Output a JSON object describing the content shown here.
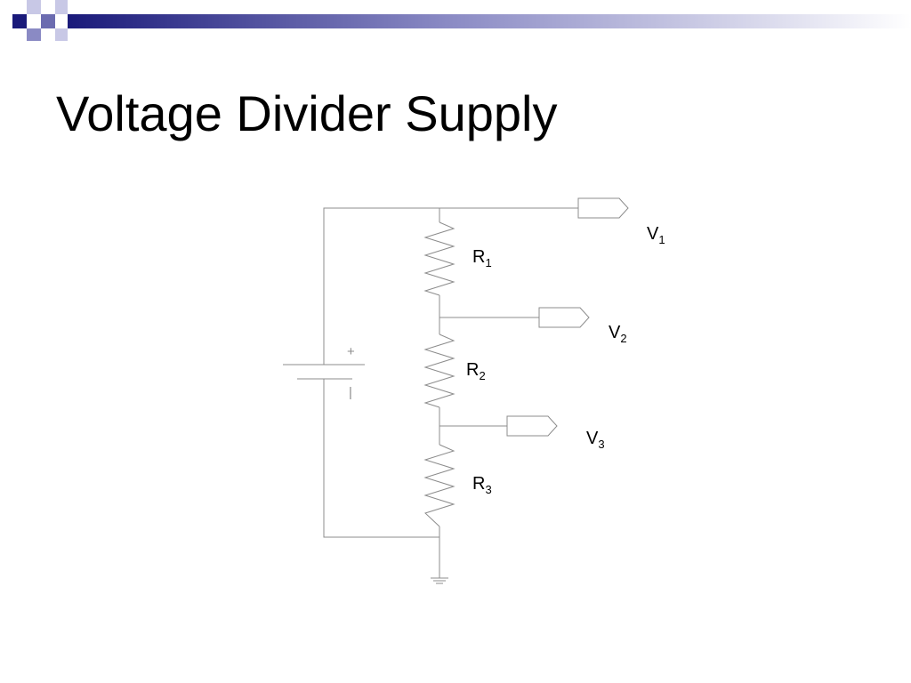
{
  "slide": {
    "title": "Voltage Divider Supply"
  },
  "colors": {
    "header_dark": "#1a1a7a",
    "header_mid": "#6b6bb0",
    "header_light": "#c8c8e6",
    "wire": "#8c8c8c"
  },
  "circuit": {
    "resistors": [
      {
        "base": "R",
        "sub": "1"
      },
      {
        "base": "R",
        "sub": "2"
      },
      {
        "base": "R",
        "sub": "3"
      }
    ],
    "outputs": [
      {
        "base": "V",
        "sub": "1"
      },
      {
        "base": "V",
        "sub": "2"
      },
      {
        "base": "V",
        "sub": "3"
      }
    ],
    "battery": {
      "plus": "+",
      "minus": "|"
    }
  }
}
